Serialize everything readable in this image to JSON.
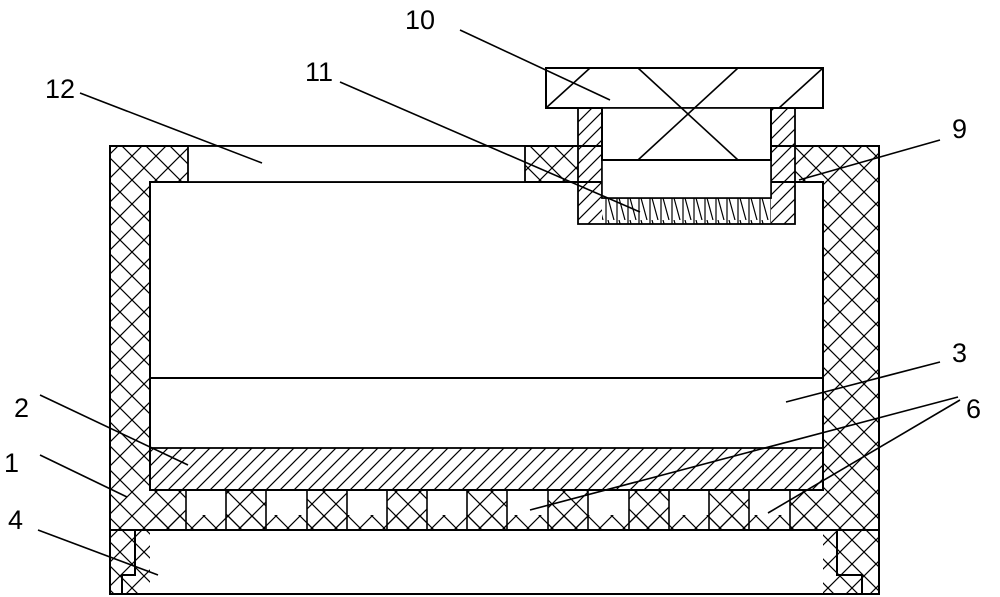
{
  "labels": {
    "l1": "1",
    "l2": "2",
    "l3": "3",
    "l4": "4",
    "l6": "6",
    "l9": "9",
    "l10": "10",
    "l11": "11",
    "l12": "12"
  },
  "colors": {
    "line": "#000000",
    "background": "#ffffff"
  }
}
